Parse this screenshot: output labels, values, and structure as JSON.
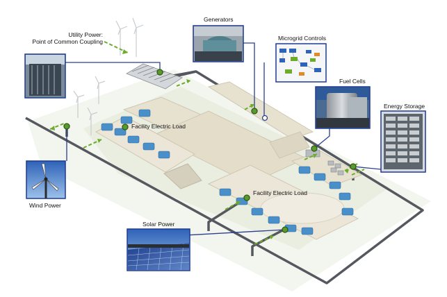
{
  "labels": {
    "utility_power": "Utility Power:",
    "point_of_common_coupling": "Point of Common Coupling",
    "generators": "Generators",
    "microgrid_controls": "Microgrid Controls",
    "fuel_cells": "Fuel Cells",
    "energy_storage": "Energy Storage",
    "facility_load_upper": "Facility Electric Load",
    "facility_load_lower": "Facility Electric Load",
    "wind_power": "Wind Power",
    "solar_power": "Solar Power"
  },
  "colors": {
    "power_line": "#55585e",
    "callout_line": "#2a3f8f",
    "node_fill": "#5a9a2c",
    "flow_arrow": "#6cac2a",
    "building": "#e7e1d0",
    "building_shadow": "#cfc7b2",
    "ground": "#eef1e8",
    "hvac_unit": "#4a8fc8",
    "photo_frame": "#1f3a93"
  }
}
